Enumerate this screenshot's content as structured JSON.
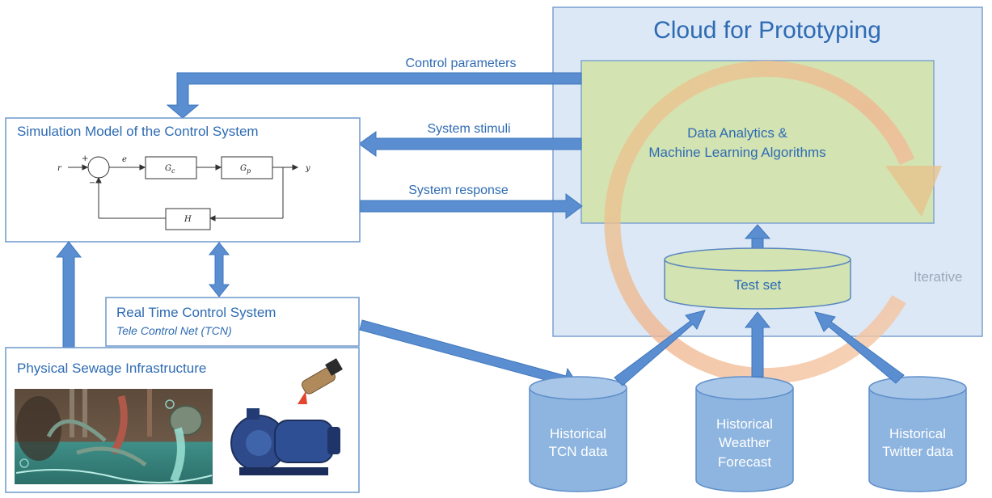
{
  "cloud": {
    "title": "Cloud for Prototyping"
  },
  "ml": {
    "line1": "Data Analytics &",
    "line2": "Machine Learning Algorithms"
  },
  "testset": {
    "label": "Test set"
  },
  "iterative": {
    "label": "Iterative"
  },
  "flows": {
    "control_parameters": "Control parameters",
    "system_stimuli": "System stimuli",
    "system_response": "System response"
  },
  "simulation": {
    "title": "Simulation Model of the Control System",
    "block": {
      "r": "r",
      "e": "e",
      "y": "y",
      "gc_base": "G",
      "gc_sub": "c",
      "gp_base": "G",
      "gp_sub": "p",
      "h": "H",
      "plus": "+",
      "minus": "−"
    }
  },
  "rtc": {
    "title": "Real Time Control System",
    "subtitle": "Tele Control Net (TCN)"
  },
  "physical": {
    "title": "Physical Sewage Infrastructure"
  },
  "databases": [
    {
      "lines": [
        "Historical",
        "TCN data"
      ]
    },
    {
      "lines": [
        "Historical",
        "Weather",
        "Forecast"
      ]
    },
    {
      "lines": [
        "Historical",
        "Twitter data"
      ]
    }
  ],
  "colors": {
    "cloud_fill": "#dce8f6",
    "cloud_border": "#7ba0cd",
    "arrow": "#5a8ed0",
    "arrow_stroke": "#3f77be",
    "ml_fill": "#d3e3b1",
    "text_blue": "#2e6bb3",
    "cylinder": "#8eb5e0",
    "cyl_top": "#a8c6e8"
  }
}
